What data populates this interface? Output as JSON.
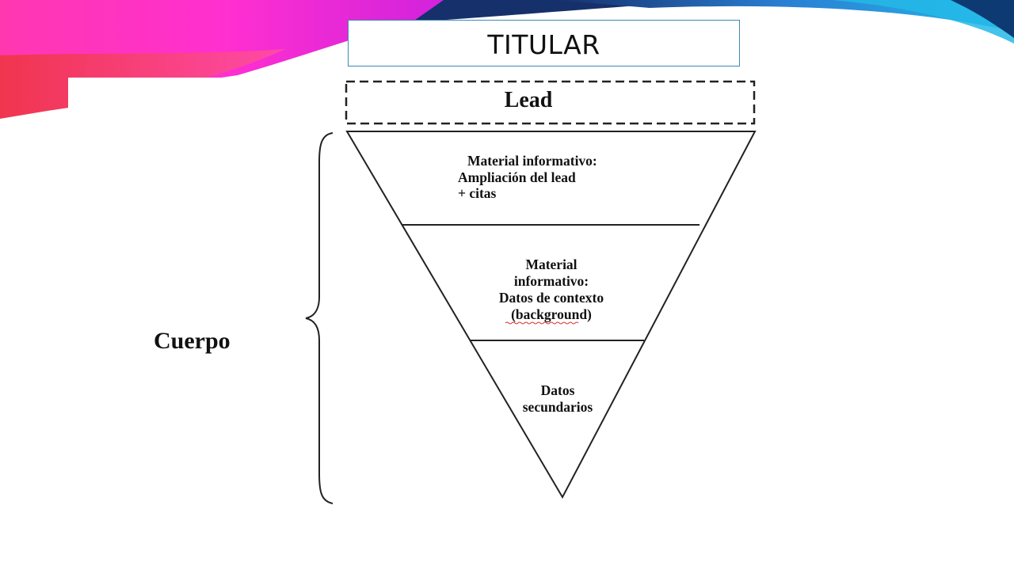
{
  "slide": {
    "title": "TITULAR"
  },
  "pyramid": {
    "lead": "Lead",
    "body_label": "Cuerpo",
    "segment1": {
      "line1": "Material informativo:",
      "line2": "Ampliación del lead",
      "line3": "+ citas"
    },
    "segment2": {
      "line1": "Material",
      "line2": "informativo:",
      "line3": "Datos de contexto",
      "line4": "(background)"
    },
    "segment3": {
      "line1": "Datos",
      "line2": "secundarios"
    }
  },
  "colors": {
    "banner_magenta": "#ff2fd0",
    "banner_pink": "#ff3fa6",
    "banner_red": "#f0354e",
    "banner_navy": "#16306b",
    "banner_blue": "#2a7fd4",
    "banner_cyan": "#25b8e8",
    "title_border": "#3a8ab5"
  }
}
